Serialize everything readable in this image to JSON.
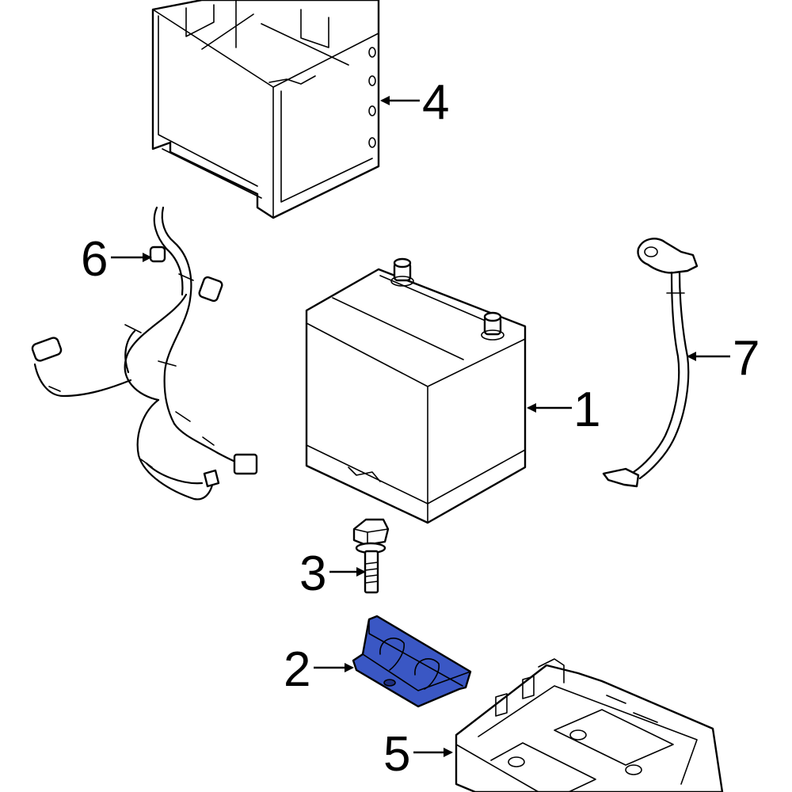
{
  "callouts": {
    "c1": "1",
    "c2": "2",
    "c3": "3",
    "c4": "4",
    "c5": "5",
    "c6": "6",
    "c7": "7"
  },
  "colors": {
    "line": "#000000",
    "highlight": "#3a57c4",
    "background": "#ffffff"
  },
  "highlighted_part": "2"
}
